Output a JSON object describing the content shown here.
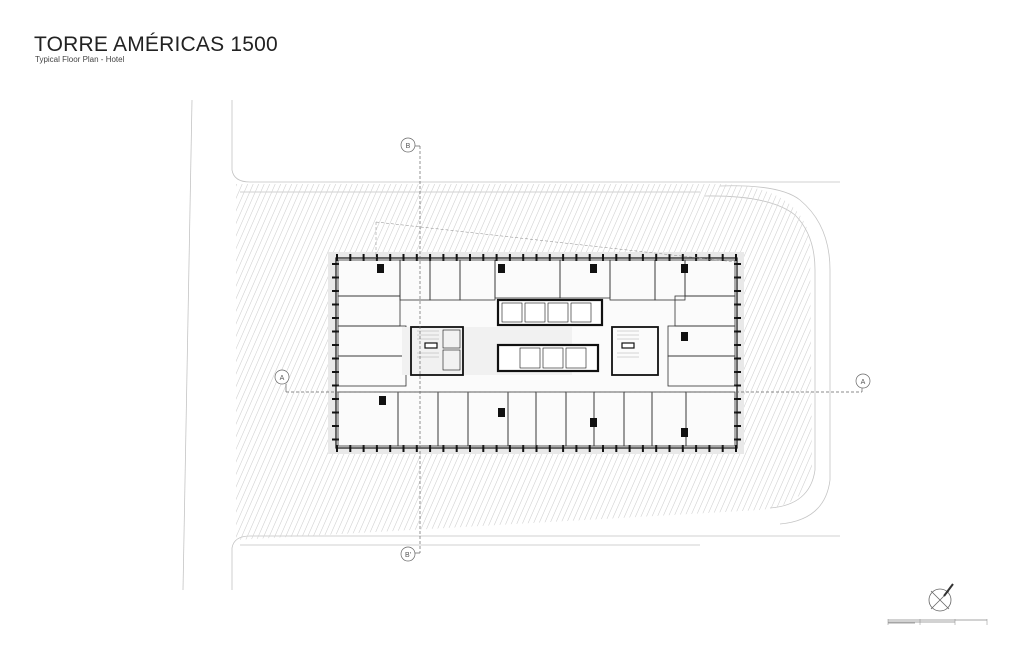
{
  "header": {
    "title": "TORRE AMÉRICAS 1500",
    "subtitle": "Typical Floor Plan - Hotel"
  },
  "sections": {
    "a_start": "A",
    "a_end": "A",
    "b_start": "B",
    "b_end": "B'"
  },
  "colors": {
    "wall": "#111111",
    "hatch": "#cfcfcf",
    "site": "#bdbdbd",
    "floor": "#f7f7f7",
    "section_line": "#666666"
  }
}
